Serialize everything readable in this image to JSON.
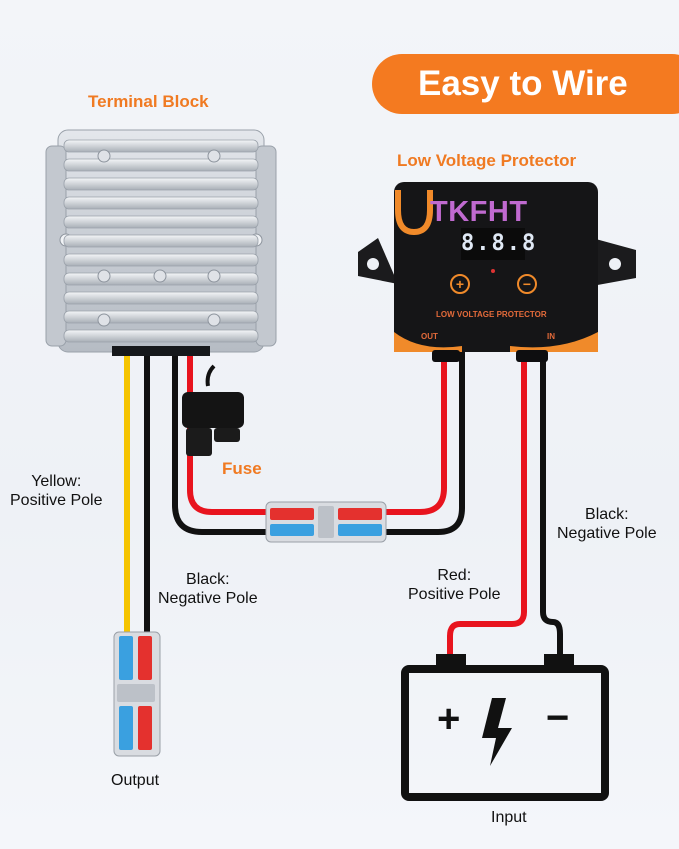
{
  "banner": {
    "title": "Easy to Wire"
  },
  "labels": {
    "terminal_block": "Terminal Block",
    "low_voltage_protector": "Low Voltage Protector",
    "fuse": "Fuse",
    "yellow_title": "Yellow:",
    "yellow_desc": "Positive Pole",
    "black_left_title": "Black:",
    "black_left_desc": "Negative Pole",
    "black_right_title": "Black:",
    "black_right_desc": "Negative Pole",
    "red_title": "Red:",
    "red_desc": "Positive Pole",
    "output": "Output",
    "input": "Input"
  },
  "protector": {
    "brand": "TKFHT",
    "display": "8.8.8",
    "plus": "+",
    "minus": "−",
    "panel_label": "LOW VOLTAGE PROTECTOR",
    "out_port": "OUT",
    "in_port": "IN"
  },
  "battery": {
    "plus": "+",
    "minus": "−",
    "bolt_icon": "lightning-icon"
  },
  "colors": {
    "accent": "#f47a20",
    "red_wire": "#e8141e",
    "black_wire": "#111111",
    "yellow_wire": "#f5c400",
    "protector_body": "#151517"
  }
}
